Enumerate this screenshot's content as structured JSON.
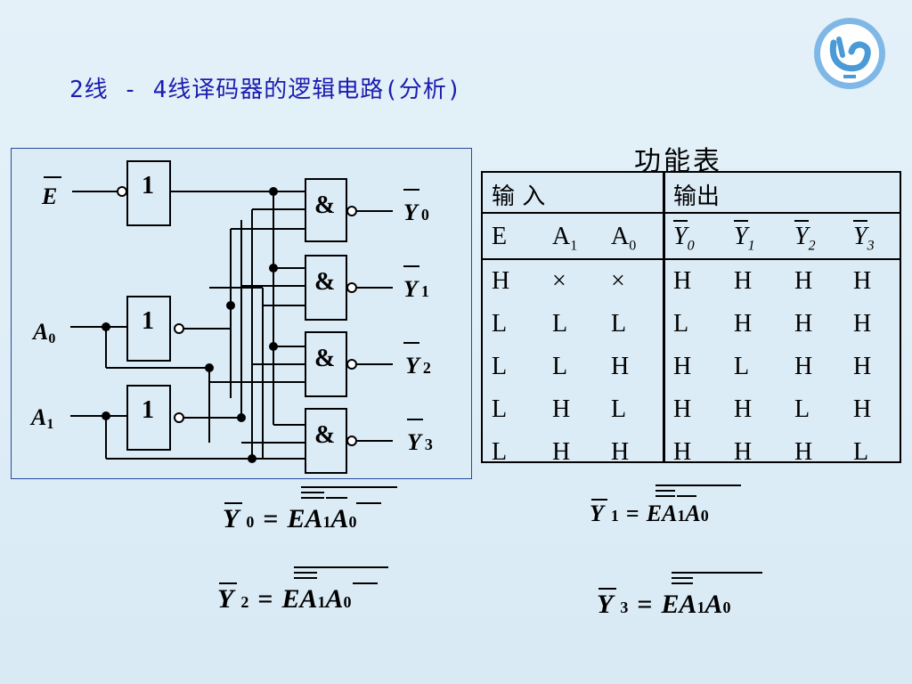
{
  "title": "2线 - 4线译码器的逻辑电路(分析)",
  "circuit": {
    "input_e": "E",
    "input_a0_letter": "A",
    "input_a0_sub": "0",
    "input_a1_letter": "A",
    "input_a1_sub": "1",
    "not_label": "1",
    "and_label": "&",
    "outputs": [
      {
        "letter": "Y",
        "sub": "0"
      },
      {
        "letter": "Y",
        "sub": "1"
      },
      {
        "letter": "Y",
        "sub": "2"
      },
      {
        "letter": "Y",
        "sub": "3"
      }
    ]
  },
  "truth_table": {
    "caption": "功能表",
    "inputs_group": "输    入",
    "outputs_group": "输出",
    "headers": {
      "e": "E",
      "a1": "A",
      "a1_sub": "1",
      "a0": "A",
      "a0_sub": "0",
      "y0": "Y",
      "y0_sub": "0",
      "y1": "Y",
      "y1_sub": "1",
      "y2": "Y",
      "y2_sub": "2",
      "y3": "Y",
      "y3_sub": "3"
    },
    "rows": [
      [
        "H",
        "×",
        "×",
        "H",
        "H",
        "H",
        "H"
      ],
      [
        "L",
        "L",
        "L",
        "L",
        "H",
        "H",
        "H"
      ],
      [
        "L",
        "L",
        "H",
        "H",
        "L",
        "H",
        "H"
      ],
      [
        "L",
        "H",
        "L",
        "H",
        "H",
        "L",
        "H"
      ],
      [
        "L",
        "H",
        "H",
        "H",
        "H",
        "H",
        "L"
      ]
    ]
  },
  "equations": [
    {
      "lhs": "Y",
      "lhs_sub": "0",
      "eq": "=",
      "t1": "E",
      "t2": "A",
      "t2_sub": "1",
      "t3": "A",
      "t3_sub": "0"
    },
    {
      "lhs": "Y",
      "lhs_sub": "1",
      "eq": "=",
      "t1": "E",
      "t2": "A",
      "t2_sub": "1",
      "t3": "A",
      "t3_sub": "0"
    },
    {
      "lhs": "Y",
      "lhs_sub": "2",
      "eq": "=",
      "t1": "E",
      "t2": "A",
      "t2_sub": "1",
      "t3": "A",
      "t3_sub": "0"
    },
    {
      "lhs": "Y",
      "lhs_sub": "3",
      "eq": "=",
      "t1": "E",
      "t2": "A",
      "t2_sub": "1",
      "t3": "A",
      "t3_sub": "0"
    }
  ]
}
